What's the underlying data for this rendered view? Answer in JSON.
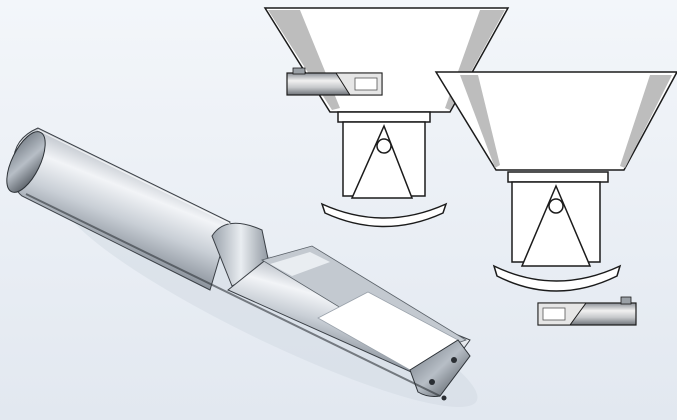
{
  "figure": {
    "subject": "product-illustration",
    "components": [
      "sensor-probe",
      "hopper-left",
      "hopper-right",
      "flap-valve-left",
      "flap-valve-right",
      "mounted-probe-left",
      "mounted-probe-right"
    ]
  },
  "colors": {
    "background_light": "#f3f6fa",
    "background_dark": "#e2e8f0",
    "metal_light": "#f2f4f7",
    "metal_mid": "#b9c0c8",
    "metal_dark": "#5d6570",
    "outline": "#1b1b1b",
    "hopper_wall_shade": "#bdbdbd",
    "sensor_face": "#ffffff"
  }
}
